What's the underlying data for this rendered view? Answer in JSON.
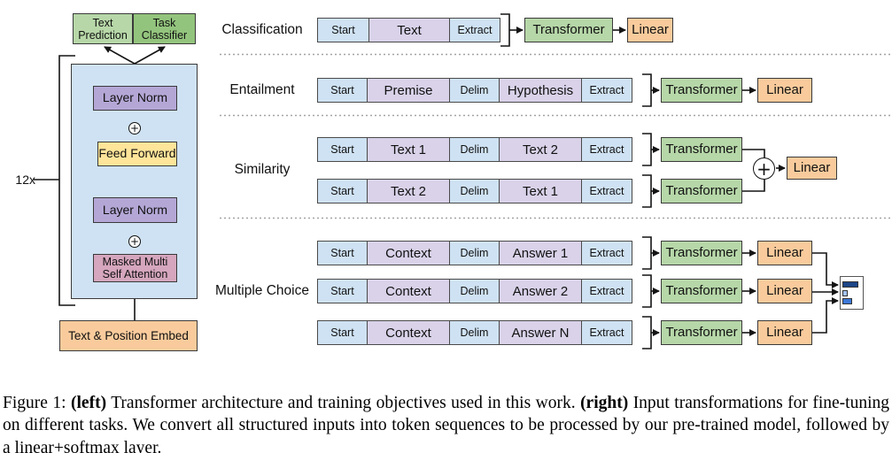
{
  "left": {
    "heads": [
      "Text Prediction",
      "Task Classifier"
    ],
    "repeat": "12x",
    "plus": "+",
    "layers": {
      "layer_norm_top": "Layer Norm",
      "feed_forward": "Feed Forward",
      "layer_norm_bottom": "Layer Norm",
      "attention": "Masked Multi Self Attention",
      "embed": "Text & Position Embed"
    }
  },
  "tasks": [
    {
      "name": "Classification",
      "rows": [
        {
          "tokens": [
            "Start",
            "Text",
            "Extract"
          ],
          "transformer": "Transformer",
          "linear": "Linear"
        }
      ]
    },
    {
      "name": "Entailment",
      "rows": [
        {
          "tokens": [
            "Start",
            "Premise",
            "Delim",
            "Hypothesis",
            "Extract"
          ],
          "transformer": "Transformer",
          "linear": "Linear"
        }
      ]
    },
    {
      "name": "Similarity",
      "combine": "+",
      "linear": "Linear",
      "rows": [
        {
          "tokens": [
            "Start",
            "Text 1",
            "Delim",
            "Text 2",
            "Extract"
          ],
          "transformer": "Transformer"
        },
        {
          "tokens": [
            "Start",
            "Text 2",
            "Delim",
            "Text 1",
            "Extract"
          ],
          "transformer": "Transformer"
        }
      ]
    },
    {
      "name": "Multiple Choice",
      "softmax_bars": [
        0.75,
        0.25,
        0.46
      ],
      "rows": [
        {
          "tokens": [
            "Start",
            "Context",
            "Delim",
            "Answer 1",
            "Extract"
          ],
          "transformer": "Transformer",
          "linear": "Linear"
        },
        {
          "tokens": [
            "Start",
            "Context",
            "Delim",
            "Answer 2",
            "Extract"
          ],
          "transformer": "Transformer",
          "linear": "Linear"
        },
        {
          "tokens": [
            "Start",
            "Context",
            "Delim",
            "Answer N",
            "Extract"
          ],
          "transformer": "Transformer",
          "linear": "Linear"
        }
      ]
    }
  ],
  "caption": {
    "figure_label": "Figure 1:",
    "left_bold": "(left)",
    "left_text": "Transformer architecture and training objectives used in this work.",
    "right_bold": "(right)",
    "right_text": "Input transformations for fine-tuning on different tasks. We convert all structured inputs into token sequences to be processed by our pre-trained model, followed by a linear+softmax layer."
  },
  "colors": {
    "token_blue": "#cfe2f3",
    "token_purple": "#d9d2e9",
    "transformer_green": "#b6d7a8",
    "linear_orange": "#f9cb9c",
    "head_green_light": "#b7d7a8",
    "head_green_dark": "#93c47d",
    "layer_norm_purple": "#b4a7d6",
    "feed_forward_yellow": "#ffe599",
    "attention_pink": "#d5a6bd",
    "block_blue": "#cfe2f3",
    "embed_orange": "#f9cb9c",
    "softmax_bar_dark": "#1c4587",
    "softmax_bar_light": "#a4c2f4",
    "softmax_bar_mid": "#3c78d8"
  }
}
